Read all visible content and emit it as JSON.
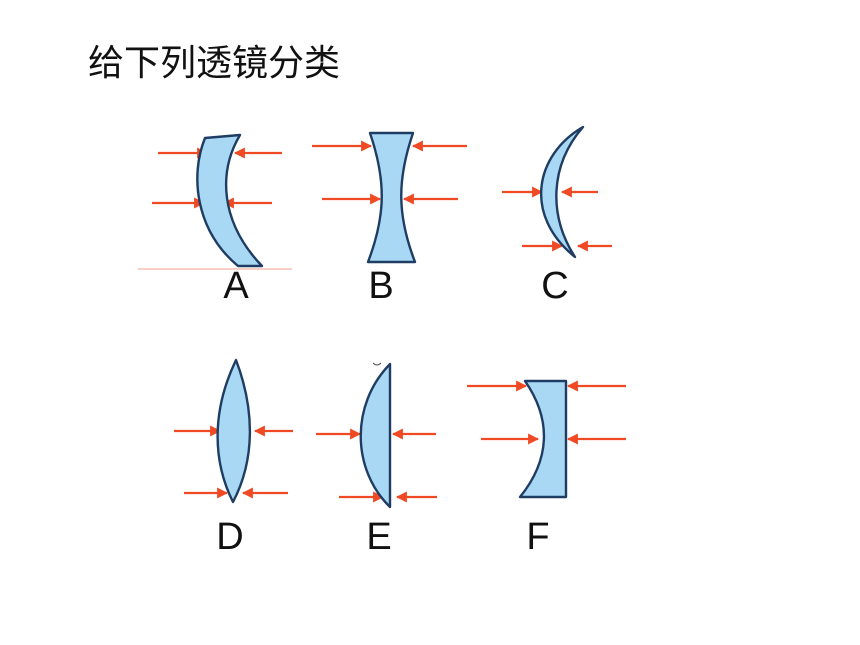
{
  "slide": {
    "title": "给下列透镜分类"
  },
  "lenses": [
    {
      "id": "A",
      "label": "A"
    },
    {
      "id": "B",
      "label": "B"
    },
    {
      "id": "C",
      "label": "C"
    },
    {
      "id": "D",
      "label": "D"
    },
    {
      "id": "E",
      "label": "E"
    },
    {
      "id": "F",
      "label": "F"
    }
  ],
  "colors": {
    "lens_fill": "#a8d8f4",
    "lens_outline": "#1f3d63",
    "ray": "#ef4a24",
    "text": "#111111"
  }
}
